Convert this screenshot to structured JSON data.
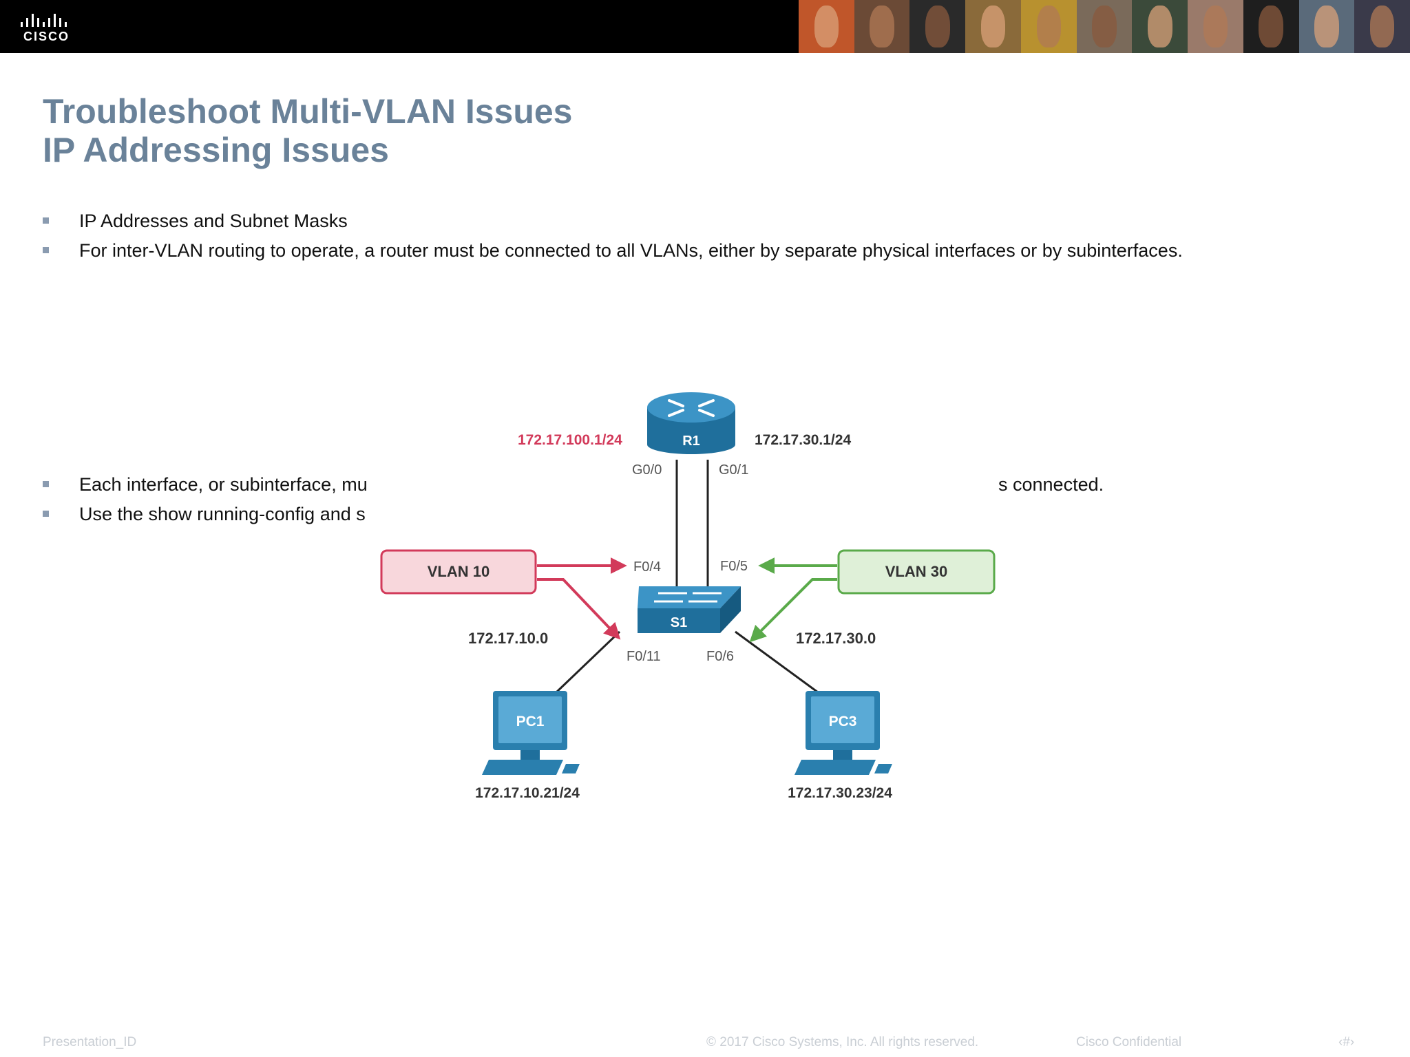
{
  "header": {
    "logo_text": "CISCO",
    "photo_colors": [
      "#c0562a",
      "#6b4a36",
      "#2a2a2a",
      "#8a6a3a",
      "#b8912f",
      "#7a6a5a",
      "#3b4a3a",
      "#9a7a6a",
      "#1e1e1e",
      "#5a6a7a",
      "#3a3a4a"
    ]
  },
  "title": {
    "line1": "Troubleshoot Multi-VLAN Issues",
    "line2": "IP Addressing Issues"
  },
  "bullets_top": [
    "IP Addresses and Subnet Masks",
    "For inter-VLAN routing to operate, a router must be connected to all VLANs, either by separate physical interfaces or by subinterfaces."
  ],
  "bullets_bottom": [
    "Each interface, or subinterface, mu",
    "Use the show running-config and s"
  ],
  "bullet_fragment": "s connected.",
  "diagram": {
    "router": {
      "name": "R1",
      "ip_left": "172.17.100.1/24",
      "ip_right": "172.17.30.1/24",
      "port_left": "G0/0",
      "port_right": "G0/1"
    },
    "switch": {
      "name": "S1",
      "port_left": "F0/4",
      "port_right": "F0/5",
      "port_bottom_left": "F0/11",
      "port_bottom_right": "F0/6"
    },
    "vlans": [
      {
        "label": "VLAN 10",
        "network": "172.17.10.0",
        "color": "#d23a5a",
        "fill": "#f8d7dc"
      },
      {
        "label": "VLAN 30",
        "network": "172.17.30.0",
        "color": "#5aaa4a",
        "fill": "#dff0d8"
      }
    ],
    "hosts": [
      {
        "name": "PC1",
        "ip": "172.17.10.21/24"
      },
      {
        "name": "PC3",
        "ip": "172.17.30.23/24"
      }
    ],
    "device_color": "#2a7fae"
  },
  "footer": {
    "left": "Presentation_ID",
    "center": "© 2017 Cisco Systems, Inc. All rights reserved.",
    "right": "Cisco Confidential",
    "page": "‹#›"
  }
}
